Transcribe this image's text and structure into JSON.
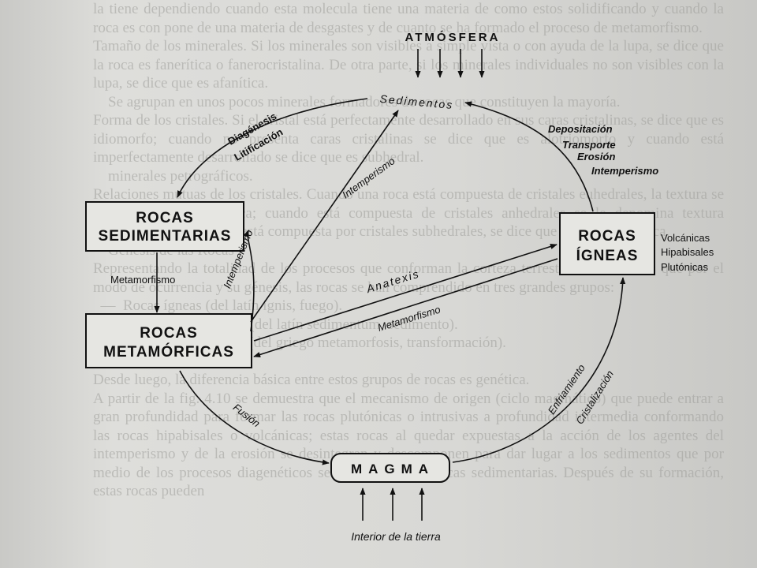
{
  "background_text": "la tiene dependiendo cuando esta molecula tiene una materia de como estos solidificando y cuando la roca es con pone de una materia de desgastes y de cuanto se ha formado el proceso de metamorfismo.\nTamaño de los minerales. Si los minerales son visibles a simple vista o con ayuda de la lupa, se dice que la roca es fanerítica o fanerocristalina. De otra parte, si los minerales individuales no son visibles con la lupa, se dice que es afanítica.\n    Se agrupan en unos pocos minerales formadores de rocas que constituyen la mayoría.\nForma de los cristales. Si el cristal está perfectamente desarrollado en sus caras cristalinas, se dice que es idiomorfo; cuando no presenta caras cristalinas se dice que es alotriomorfo y cuando está imperfectamente desarrollado se dice que es subhedral.\n    minerales petrográficos.\nRelaciones mutuas de los cristales. Cuando una roca está compuesta de cristales euhedrales, la textura se denomina panidiomórfica; cuando está compuesta de cristales anhedrales se le denomina textura alotriomórfica y cuando está compuesta por cristales subhedrales, se dice que es hipidiomórfica.\n    Génesis de las Rocas\nRepresentando la totalidad de los procesos que conforman la corteza terrestre, encontramos que por el modo de ocurrencia y su génesis, las rocas se han comprendido en tres grandes grupos:\n  —  Rocas ígneas (del latín ignis, fuego).\n  —  Rocas sedimentarias (del latín sedimentum, sedimento).\n  —  Rocas metamórficas (del griego metamorfosis, transformación).\n    varias rocas diferentes.\nDesde luego, la diferencia básica entre estos grupos de rocas es genética.\nA partir de la fig. 4.10 se demuestra que el mecanismo de origen (ciclo magmático) que puede entrar a gran profundidad para formar las rocas plutónicas o intrusivas a profundidad intermedia conformando las rocas hipabisales o volcánicas; estas rocas al quedar expuestas a la acción de los agentes del intemperismo y de la erosión se desintegran y descomponen para dar lugar a los sedimentos que por medio de los procesos diagenéticos se transforman en rocas sedimentarias. Después de su formación, estas rocas pueden",
  "atmosphere": {
    "label": "ATMÓSFERA"
  },
  "boxes": {
    "sedimentarias": {
      "line1": "ROCAS",
      "line2": "SEDIMENTARIAS"
    },
    "igneas": {
      "line1": "ROCAS",
      "line2": "ÍGNEAS"
    },
    "metamorficas": {
      "line1": "ROCAS",
      "line2": "METAMÓRFICAS"
    },
    "magma": {
      "label": "MAGMA"
    }
  },
  "igneous_types": [
    "Volcánicas",
    "Hipabisales",
    "Plutónicas"
  ],
  "processes": {
    "sedimentos": "Sedimentos",
    "diagenesis": "Diagénesis",
    "litificacion": "Litificación",
    "depositacion": "Depositación",
    "transporte": "Transporte",
    "erosion": "Erosión",
    "intemperismo_right": "Intemperismo",
    "intemperismo_upper": "Intemperismo",
    "intemperismo_lower": "Intemperismo",
    "metamorfismo_left": "Metamorfismo",
    "anatexis": "Anatexis",
    "metamorfismo_diag": "Metamorfismo",
    "fusion": "Fusión",
    "enfriamiento": "Enfriamiento",
    "cristalizacion": "Cristalización"
  },
  "earth_interior": "Interior de la tierra"
}
